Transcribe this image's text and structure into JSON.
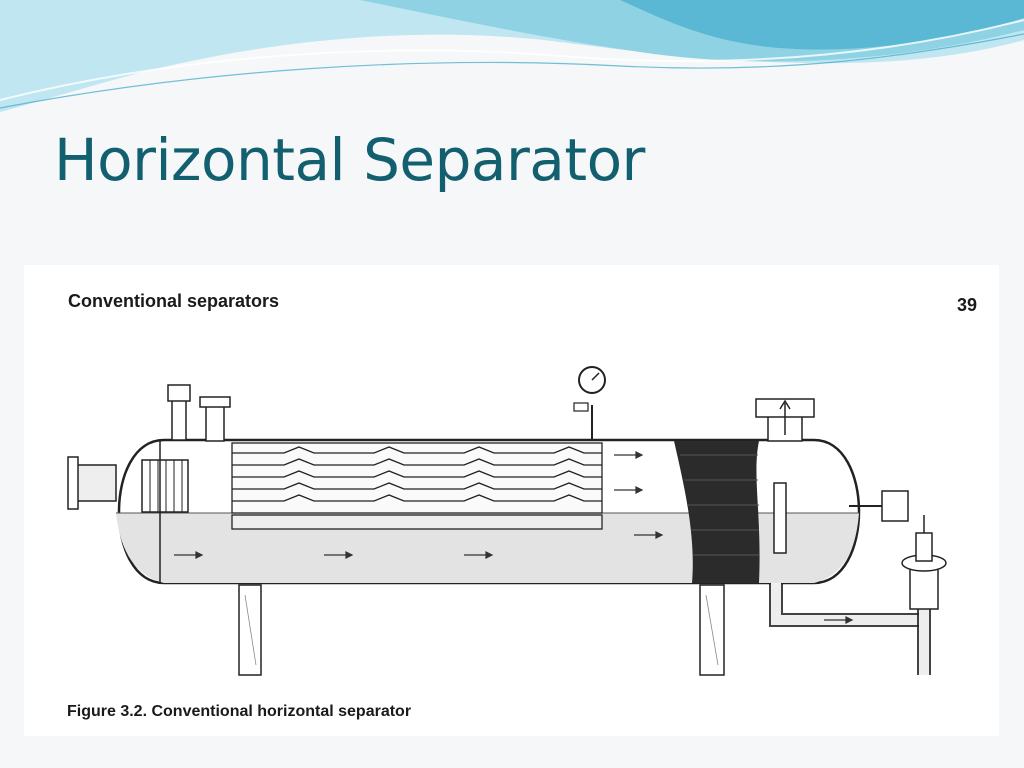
{
  "slide": {
    "title": "Horizontal Separator"
  },
  "figure": {
    "running_head": "Conventional separators",
    "page_number": "39",
    "caption": "Figure 3.2. Conventional horizontal separator"
  },
  "colors": {
    "title": "#12606f",
    "wave_light": "#bfe6f1",
    "wave_mid": "#7fcbe0",
    "wave_dark": "#3aa7c8",
    "ink": "#222222",
    "liquid": "#e3e3e3",
    "mist_section": "#2b2b2b"
  }
}
